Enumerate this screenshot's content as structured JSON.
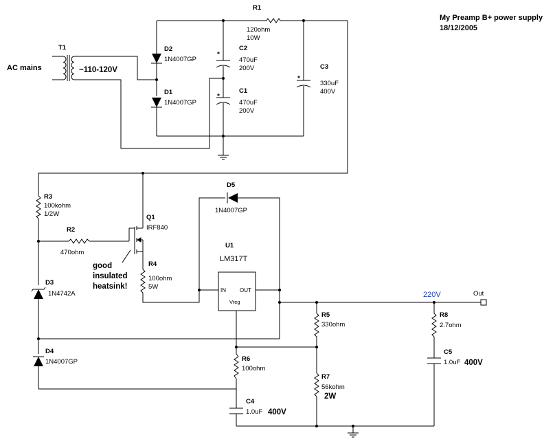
{
  "title": {
    "line1": "My Preamp B+ power supply",
    "line2": "18/12/2005"
  },
  "input": {
    "ac_label": "AC mains",
    "voltage": "~110-120V"
  },
  "components": {
    "T1": {
      "name": "T1"
    },
    "D1": {
      "name": "D1",
      "part": "1N4007GP"
    },
    "D2": {
      "name": "D2",
      "part": "1N4007GP"
    },
    "R1": {
      "name": "R1",
      "value": "120ohm",
      "rating": "10W"
    },
    "C1": {
      "name": "C1",
      "value": "470uF",
      "rating": "200V"
    },
    "C2": {
      "name": "C2",
      "value": "470uF",
      "rating": "200V"
    },
    "C3": {
      "name": "C3",
      "value": "330uF",
      "rating": "400V"
    },
    "R3": {
      "name": "R3",
      "value": "100kohm",
      "rating": "1/2W"
    },
    "R2": {
      "name": "R2",
      "value": "470ohm"
    },
    "Q1": {
      "name": "Q1",
      "part": "IRF840"
    },
    "R4": {
      "name": "R4",
      "value": "100ohm",
      "rating": "5W"
    },
    "D3": {
      "name": "D3",
      "part": "1N4742A"
    },
    "D4": {
      "name": "D4",
      "part": "1N4007GP"
    },
    "D5": {
      "name": "D5",
      "part": "1N4007GP"
    },
    "U1": {
      "name": "U1",
      "part": "LM317T",
      "pin_in": "IN",
      "pin_out": "OUT",
      "pin_adj": "Vreg"
    },
    "R5": {
      "name": "R5",
      "value": "330ohm"
    },
    "R6": {
      "name": "R6",
      "value": "100ohm"
    },
    "R7": {
      "name": "R7",
      "value": "56kohm",
      "rating": "2W"
    },
    "R8": {
      "name": "R8",
      "value": "2.7ohm"
    },
    "C4": {
      "name": "C4",
      "value": "1.0uF",
      "rating": "400V"
    },
    "C5": {
      "name": "C5",
      "value": "1.0uF",
      "rating": "400V"
    }
  },
  "output": {
    "voltage": "220V",
    "label": "Out"
  },
  "note": {
    "line1": "good",
    "line2": "insulated",
    "line3": "heatsink!"
  },
  "colors": {
    "wire": "#000000",
    "voltage_label": "#1f3faa"
  }
}
